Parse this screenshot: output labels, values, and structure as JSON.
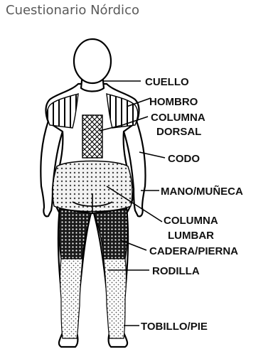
{
  "title": "Cuestionario Nórdico",
  "body_regions": [
    {
      "key": "neck",
      "label": "CUELLO"
    },
    {
      "key": "shoulder",
      "label": "HOMBRO"
    },
    {
      "key": "dorsal",
      "label_lines": [
        "COLUMNA",
        "DORSAL"
      ]
    },
    {
      "key": "elbow",
      "label": "CODO"
    },
    {
      "key": "wrist",
      "label": "MANO/MUÑECA"
    },
    {
      "key": "lumbar",
      "label_lines": [
        "COLUMNA",
        "LUMBAR"
      ]
    },
    {
      "key": "hip",
      "label": "CADERA/PIERNA"
    },
    {
      "key": "knee",
      "label": "RODILLA"
    },
    {
      "key": "ankle",
      "label": "TOBILLO/PIE"
    }
  ]
}
